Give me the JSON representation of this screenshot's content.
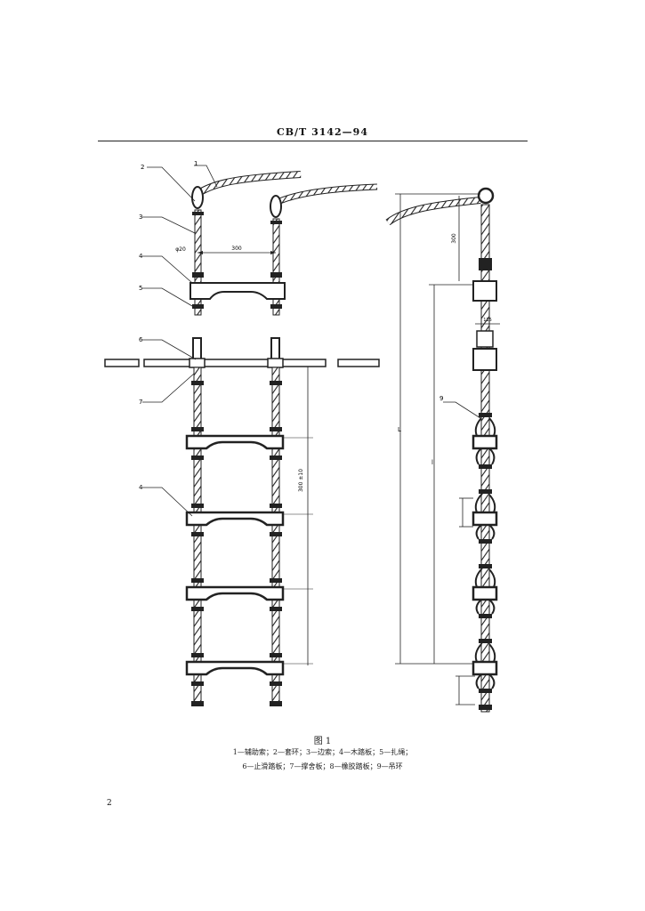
{
  "header": {
    "standard_number": "CB/T 3142—94"
  },
  "figure": {
    "callouts": [
      "1",
      "2",
      "3",
      "4",
      "5",
      "6",
      "7",
      "9"
    ],
    "dim_labels": {
      "spacing": "300",
      "rope_dia": "φ20",
      "step_pitch": "300 ±10",
      "length_L": "L",
      "length_l": "l",
      "head": "300",
      "width": "115"
    }
  },
  "caption": {
    "title": "图 1",
    "line1": "1—辅助索；2—套环；3—边索；4—木踏板；5—扎绳；",
    "line2": "6—止滑踏板；7—撑舍板；8—橡胶踏板；9—吊环"
  },
  "page_number": "2"
}
